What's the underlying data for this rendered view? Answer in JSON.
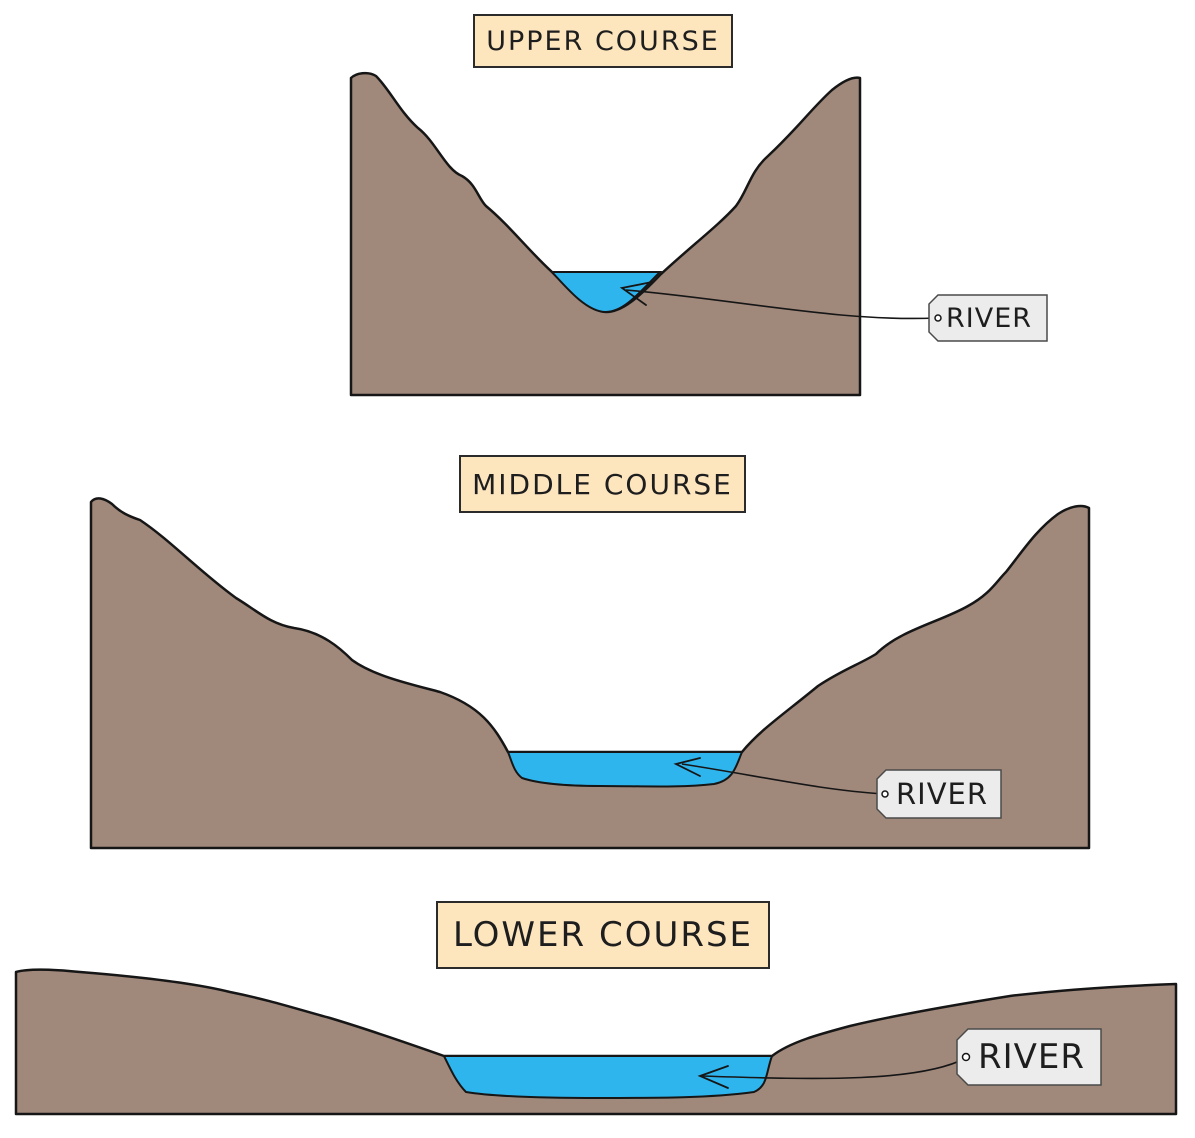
{
  "colors": {
    "land": "#a0887b",
    "water": "#2fb5ee",
    "outline": "#161616",
    "title_bg": "#fde5be",
    "tag_bg": "#ececec"
  },
  "upper": {
    "title": "UPPER COURSE",
    "label": "RIVER"
  },
  "middle": {
    "title": "MIDDLE COURSE",
    "label": "RIVER"
  },
  "lower": {
    "title": "LOWER COURSE",
    "label": "RIVER"
  }
}
